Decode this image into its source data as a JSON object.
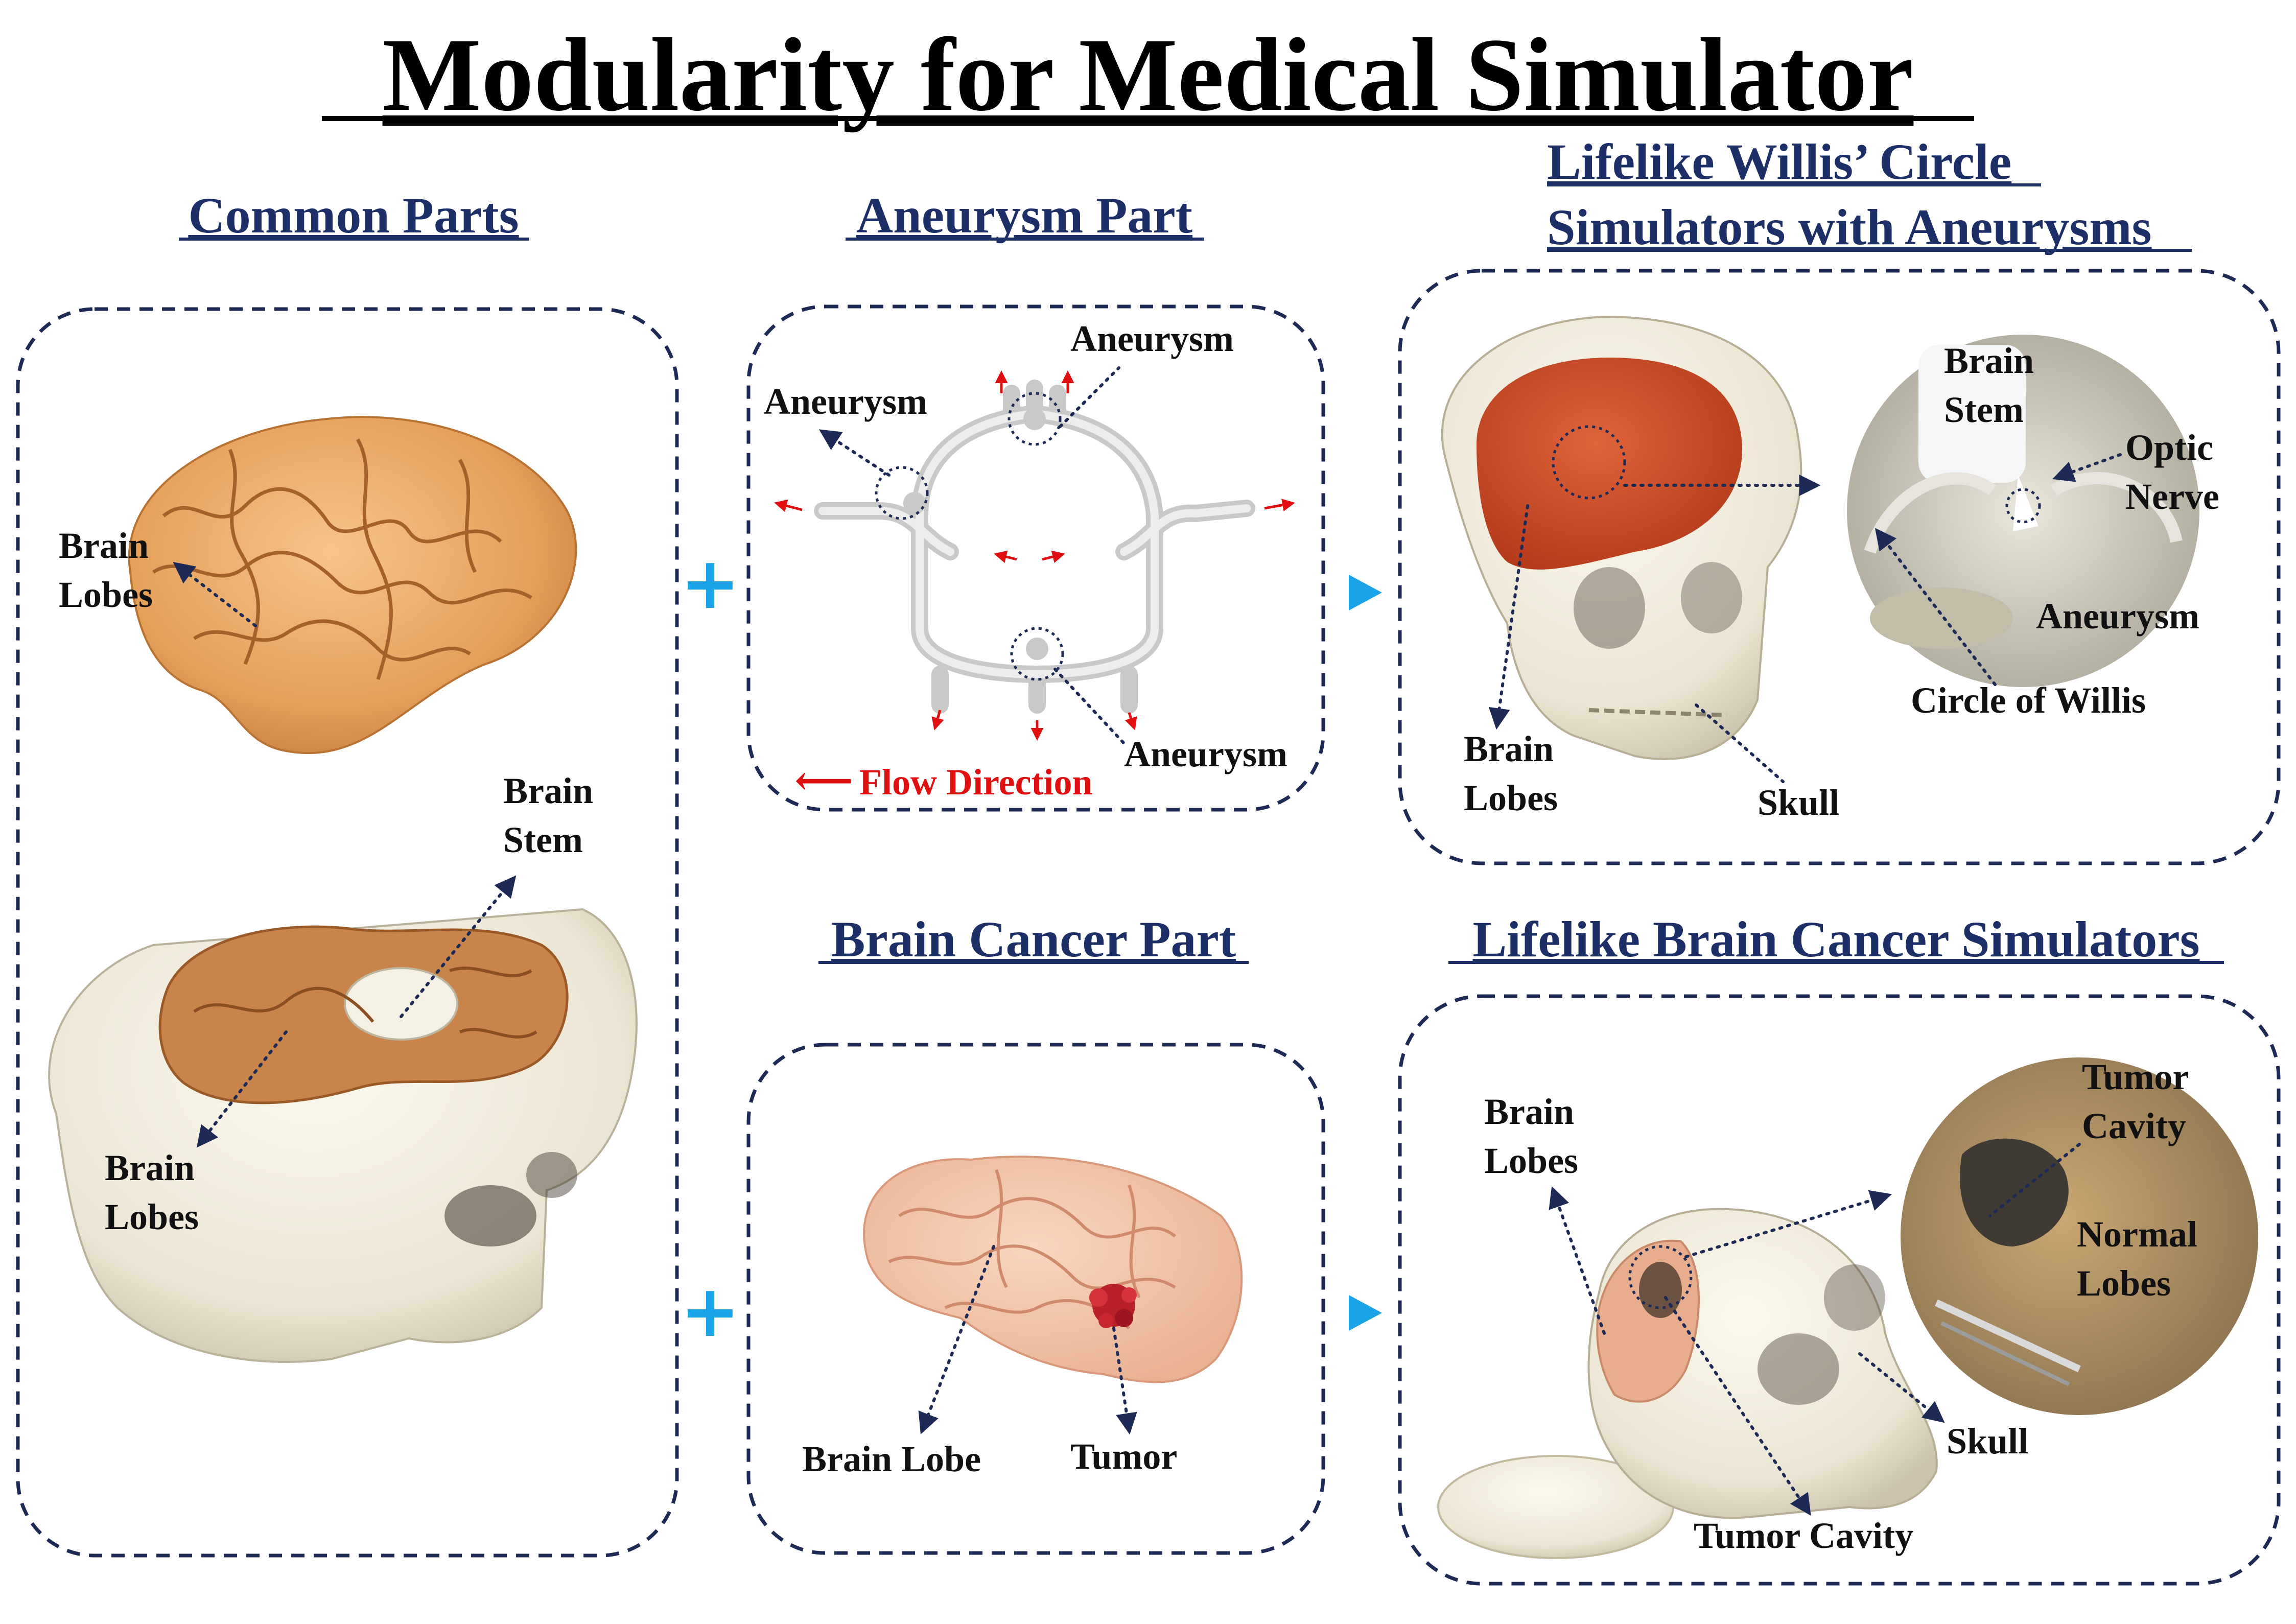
{
  "title": "Modularity for Medical Simulator",
  "sections": {
    "common": {
      "heading": "Common Parts",
      "brain_lobes_upper": [
        "Brain",
        "Lobes"
      ],
      "brain_stem": [
        "Brain",
        "Stem"
      ],
      "brain_lobes_lower": [
        "Brain",
        "Lobes"
      ]
    },
    "aneurysm_part": {
      "heading": "Aneurysm Part",
      "aneurysm_top": "Aneurysm",
      "aneurysm_left": "Aneurysm",
      "aneurysm_bottom": "Aneurysm",
      "flow_direction": "Flow Direction",
      "flow_arrow": "⟵"
    },
    "willis_sim": {
      "heading_line1": "Lifelike Willis’ Circle",
      "heading_line2": "Simulators with Aneurysms",
      "brain_lobes": [
        "Brain",
        "Lobes"
      ],
      "skull": "Skull",
      "brain_stem": [
        "Brain",
        "Stem"
      ],
      "optic_nerve": [
        "Optic",
        "Nerve"
      ],
      "aneurysm": "Aneurysm",
      "circle_of_willis": "Circle of Willis"
    },
    "cancer_part": {
      "heading": "Brain Cancer Part",
      "brain_lobe": "Brain Lobe",
      "tumor": "Tumor"
    },
    "cancer_sim": {
      "heading": "Lifelike Brain Cancer Simulators",
      "brain_lobes": [
        "Brain",
        "Lobes"
      ],
      "tumor_cavity_zoom": [
        "Tumor",
        "Cavity"
      ],
      "normal_lobes": [
        "Normal",
        "Lobes"
      ],
      "skull": "Skull",
      "tumor_cavity": "Tumor Cavity"
    }
  },
  "connectors": {
    "plus": "+"
  },
  "colors": {
    "heading": "#1c2f66",
    "dashed_border": "#1c2a55",
    "plus_and_arrow": "#1aa3e6",
    "flow_red": "#e01010"
  }
}
